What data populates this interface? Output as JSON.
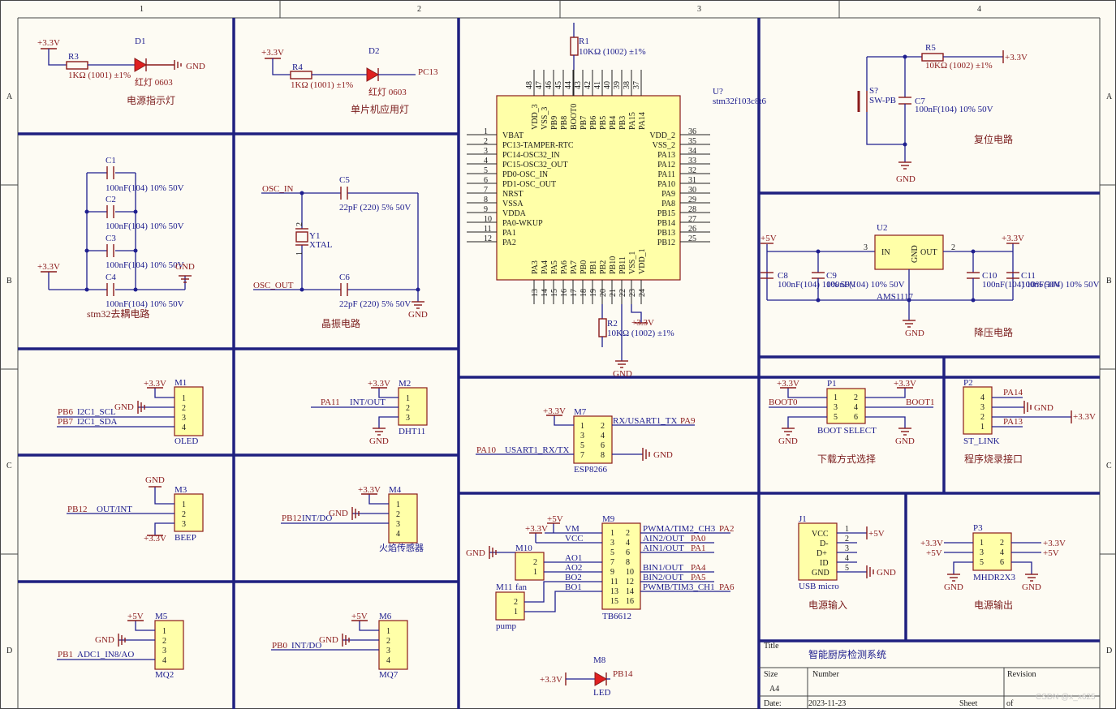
{
  "frame": {
    "columns": [
      "1",
      "2",
      "3",
      "4"
    ],
    "rows": [
      "A",
      "B",
      "C",
      "D"
    ]
  },
  "title_block": {
    "title_label": "Title",
    "title": "智能厨房检测系统",
    "size_label": "Size",
    "size": "A4",
    "number_label": "Number",
    "revision_label": "Revision",
    "date_label": "Date:",
    "date": "2023-11-23",
    "sheet_label": "Sheet",
    "of_label": "of",
    "watermark": "CSDN @x_x625"
  },
  "power_led": {
    "vcc": "+3.3V",
    "res_ref": "R3",
    "res_val": "1KΩ (1001) ±1%",
    "led_ref": "D1",
    "led_val": "红灯 0603",
    "gnd": "GND",
    "caption": "电源指示灯"
  },
  "mcu_led": {
    "vcc": "+3.3V",
    "res_ref": "R4",
    "res_val": "1KΩ (1001) ±1%",
    "led_ref": "D2",
    "led_val": "红灯 0603",
    "net": "PC13",
    "caption": "单片机应用灯"
  },
  "decoupling": {
    "vcc": "+3.3V",
    "gnd": "GND",
    "caption": "stm32去耦电路",
    "caps": [
      {
        "ref": "C1",
        "val": "100nF(104) 10% 50V"
      },
      {
        "ref": "C2",
        "val": "100nF(104) 10% 50V"
      },
      {
        "ref": "C3",
        "val": "100nF(104) 10% 50V"
      },
      {
        "ref": "C4",
        "val": "100nF(104) 10% 50V"
      }
    ]
  },
  "crystal": {
    "osc_in": "OSC_IN",
    "osc_out": "OSC_OUT",
    "c5_ref": "C5",
    "c5_val": "22pF (220) 5% 50V",
    "c6_ref": "C6",
    "c6_val": "22pF (220) 5% 50V",
    "y_ref": "Y1",
    "y_val": "XTAL",
    "pin1": "1",
    "pin2": "2",
    "gnd": "GND",
    "caption": "晶振电路"
  },
  "mcu": {
    "ref": "U?",
    "part": "stm32f103c8t6",
    "r1_ref": "R1",
    "r1_val": "10KΩ (1002) ±1%",
    "r2_ref": "R2",
    "r2_val": "10KΩ (1002) ±1%",
    "vcc": "+3.3V",
    "gnd": "GND",
    "left_pins": [
      {
        "n": "1",
        "name": "VBAT"
      },
      {
        "n": "2",
        "name": "PC13-TAMPER-RTC"
      },
      {
        "n": "3",
        "name": "PC14-OSC32_IN"
      },
      {
        "n": "4",
        "name": "PC15-OSC32_OUT"
      },
      {
        "n": "5",
        "name": "PD0-OSC_IN"
      },
      {
        "n": "6",
        "name": "PD1-OSC_OUT"
      },
      {
        "n": "7",
        "name": "NRST"
      },
      {
        "n": "8",
        "name": "VSSA"
      },
      {
        "n": "9",
        "name": "VDDA"
      },
      {
        "n": "10",
        "name": "PA0-WKUP"
      },
      {
        "n": "11",
        "name": "PA1"
      },
      {
        "n": "12",
        "name": "PA2"
      }
    ],
    "right_pins": [
      {
        "n": "36",
        "name": "VDD_2"
      },
      {
        "n": "35",
        "name": "VSS_2"
      },
      {
        "n": "34",
        "name": "PA13"
      },
      {
        "n": "33",
        "name": "PA12"
      },
      {
        "n": "32",
        "name": "PA11"
      },
      {
        "n": "31",
        "name": "PA10"
      },
      {
        "n": "30",
        "name": "PA9"
      },
      {
        "n": "29",
        "name": "PA8"
      },
      {
        "n": "28",
        "name": "PB15"
      },
      {
        "n": "27",
        "name": "PB14"
      },
      {
        "n": "26",
        "name": "PB13"
      },
      {
        "n": "25",
        "name": "PB12"
      }
    ],
    "top_pins": [
      {
        "n": "48",
        "name": "VDD_3"
      },
      {
        "n": "47",
        "name": "VSS_3"
      },
      {
        "n": "46",
        "name": "PB9"
      },
      {
        "n": "45",
        "name": "PB8"
      },
      {
        "n": "44",
        "name": "BOOT0"
      },
      {
        "n": "43",
        "name": "PB7"
      },
      {
        "n": "42",
        "name": "PB6"
      },
      {
        "n": "41",
        "name": "PB5"
      },
      {
        "n": "40",
        "name": "PB4"
      },
      {
        "n": "39",
        "name": "PB3"
      },
      {
        "n": "38",
        "name": "PA15"
      },
      {
        "n": "37",
        "name": "PA14"
      }
    ],
    "bottom_pins": [
      {
        "n": "13",
        "name": "PA3"
      },
      {
        "n": "14",
        "name": "PA4"
      },
      {
        "n": "15",
        "name": "PA5"
      },
      {
        "n": "16",
        "name": "PA6"
      },
      {
        "n": "17",
        "name": "PA7"
      },
      {
        "n": "18",
        "name": "PB0"
      },
      {
        "n": "19",
        "name": "PB1"
      },
      {
        "n": "20",
        "name": "PB2"
      },
      {
        "n": "21",
        "name": "PB10"
      },
      {
        "n": "22",
        "name": "PB11"
      },
      {
        "n": "23",
        "name": "VSS_1"
      },
      {
        "n": "24",
        "name": "VDD_1"
      }
    ]
  },
  "reset": {
    "r_ref": "R5",
    "r_val": "10KΩ (1002) ±1%",
    "vcc": "+3.3V",
    "sw_ref": "S?",
    "sw_val": "SW-PB",
    "c_ref": "C7",
    "c_val": "100nF(104) 10% 50V",
    "gnd": "GND",
    "caption": "复位电路"
  },
  "regulator": {
    "in_net": "+5V",
    "out_net": "+3.3V",
    "ref": "U2",
    "part": "AMS1117",
    "pin_in": "IN",
    "pin_gnd": "GND",
    "pin_out": "OUT",
    "n3": "3",
    "n2": "2",
    "c8_ref": "C8",
    "c8_val": "100nF(104) 10% 50V",
    "c9_ref": "C9",
    "c9_val": "100nF(104) 10% 50V",
    "c10_ref": "C10",
    "c10_val": "100nF(104) 10% 50V",
    "c11_ref": "C11",
    "c11_val": "100nF(104) 10% 50V",
    "gnd": "GND",
    "caption": "降压电路"
  },
  "oled": {
    "ref": "M1",
    "name": "OLED",
    "vcc": "+3.3V",
    "gnd": "GND",
    "pins": [
      "1",
      "2",
      "3",
      "4"
    ],
    "net1": "PB6",
    "sig1": "I2C1_SCL",
    "net2": "PB7",
    "sig2": "I2C1_SDA"
  },
  "dht11": {
    "ref": "M2",
    "name": "DHT11",
    "vcc": "+3.3V",
    "gnd": "GND",
    "pins": [
      "1",
      "2",
      "3"
    ],
    "net": "PA11",
    "sig": "INT/OUT"
  },
  "beep": {
    "ref": "M3",
    "name": "BEEP",
    "vcc": "+3.3V",
    "gnd": "GND",
    "pins": [
      "1",
      "2",
      "3"
    ],
    "net": "PB12",
    "sig": "OUT/INT"
  },
  "flame": {
    "ref": "M4",
    "name": "火焰传感器",
    "vcc": "+3.3V",
    "gnd": "GND",
    "pins": [
      "1",
      "2",
      "3",
      "4"
    ],
    "net": "PB12",
    "sig": "INT/DO"
  },
  "mq2": {
    "ref": "M5",
    "name": "MQ2",
    "vcc": "+5V",
    "gnd": "GND",
    "pins": [
      "1",
      "2",
      "3",
      "4"
    ],
    "net": "PB1",
    "sig": "ADC1_IN8/AO"
  },
  "mq7": {
    "ref": "M6",
    "name": "MQ7",
    "vcc": "+5V",
    "gnd": "GND",
    "pins": [
      "1",
      "2",
      "3",
      "4"
    ],
    "net": "PB0",
    "sig": "INT/DO"
  },
  "esp": {
    "ref": "M7",
    "name": "ESP8266",
    "vcc": "+3.3V",
    "gnd": "GND",
    "pins": [
      "1",
      "2",
      "3",
      "4",
      "5",
      "6",
      "7",
      "8"
    ],
    "tx_sig": "RX/USART1_TX",
    "tx_net": "PA9",
    "rx_sig": "USART1_RX/TX",
    "rx_net": "PA10"
  },
  "boot": {
    "ref": "P1",
    "name": "BOOT SELECT",
    "vcc_l": "+3.3V",
    "vcc_r": "+3.3V",
    "boot0": "BOOT0",
    "boot1": "BOOT1",
    "gnd": "GND",
    "pins": [
      "1",
      "2",
      "3",
      "4",
      "5",
      "6"
    ],
    "caption": "下载方式选择"
  },
  "stlink": {
    "ref": "P2",
    "name": "ST_LINK",
    "pins": [
      "4",
      "3",
      "2",
      "1"
    ],
    "pa14": "PA14",
    "pa13": "PA13",
    "gnd": "GND",
    "vcc": "+3.3V",
    "caption": "程序烧录接口"
  },
  "driver": {
    "ref": "M9",
    "name": "TB6612",
    "m10": "M10",
    "m11": "M11",
    "fan": "fan",
    "pump": "pump",
    "vm": "VM",
    "vcc_pin": "VCC",
    "v5": "+5V",
    "v33": "+3.3V",
    "gnd": "GND",
    "left_pins": [
      "1",
      "3",
      "5",
      "7",
      "9",
      "11",
      "13",
      "15"
    ],
    "right_pins": [
      "2",
      "4",
      "6",
      "8",
      "10",
      "12",
      "14",
      "16"
    ],
    "ao1": "AO1",
    "ao2": "AO2",
    "bo2": "BO2",
    "bo1": "BO1",
    "pwma": "PWMA/TIM2_CH3",
    "pa2": "PA2",
    "ain2": "AIN2/OUT",
    "pa0": "PA0",
    "ain1": "AIN1/OUT",
    "pa1": "PA1",
    "bin1": "BIN1/OUT",
    "pa4": "PA4",
    "bin2": "BIN2/OUT",
    "pa5": "PA5",
    "pwmb": "PWMB/TIM3_CH1",
    "pa6": "PA6",
    "m10_pins": [
      "2",
      "1"
    ],
    "m11_pins": [
      "2",
      "1"
    ]
  },
  "led8": {
    "ref": "M8",
    "name": "LED",
    "vcc": "+3.3V",
    "net": "PB14"
  },
  "usb": {
    "ref": "J1",
    "name": "USB micro",
    "pins": [
      "VCC",
      "D-",
      "D+",
      "ID",
      "GND"
    ],
    "nums": [
      "1",
      "2",
      "3",
      "4",
      "5"
    ],
    "vcc": "+5V",
    "gnd": "GND",
    "caption": "电源输入"
  },
  "pout": {
    "ref": "P3",
    "name": "MHDR2X3",
    "v33l": "+3.3V",
    "v5l": "+5V",
    "v33r": "+3.3V",
    "v5r": "+5V",
    "pins": [
      "1",
      "2",
      "3",
      "4",
      "5",
      "6"
    ],
    "gnd": "GND",
    "caption": "电源输出"
  }
}
